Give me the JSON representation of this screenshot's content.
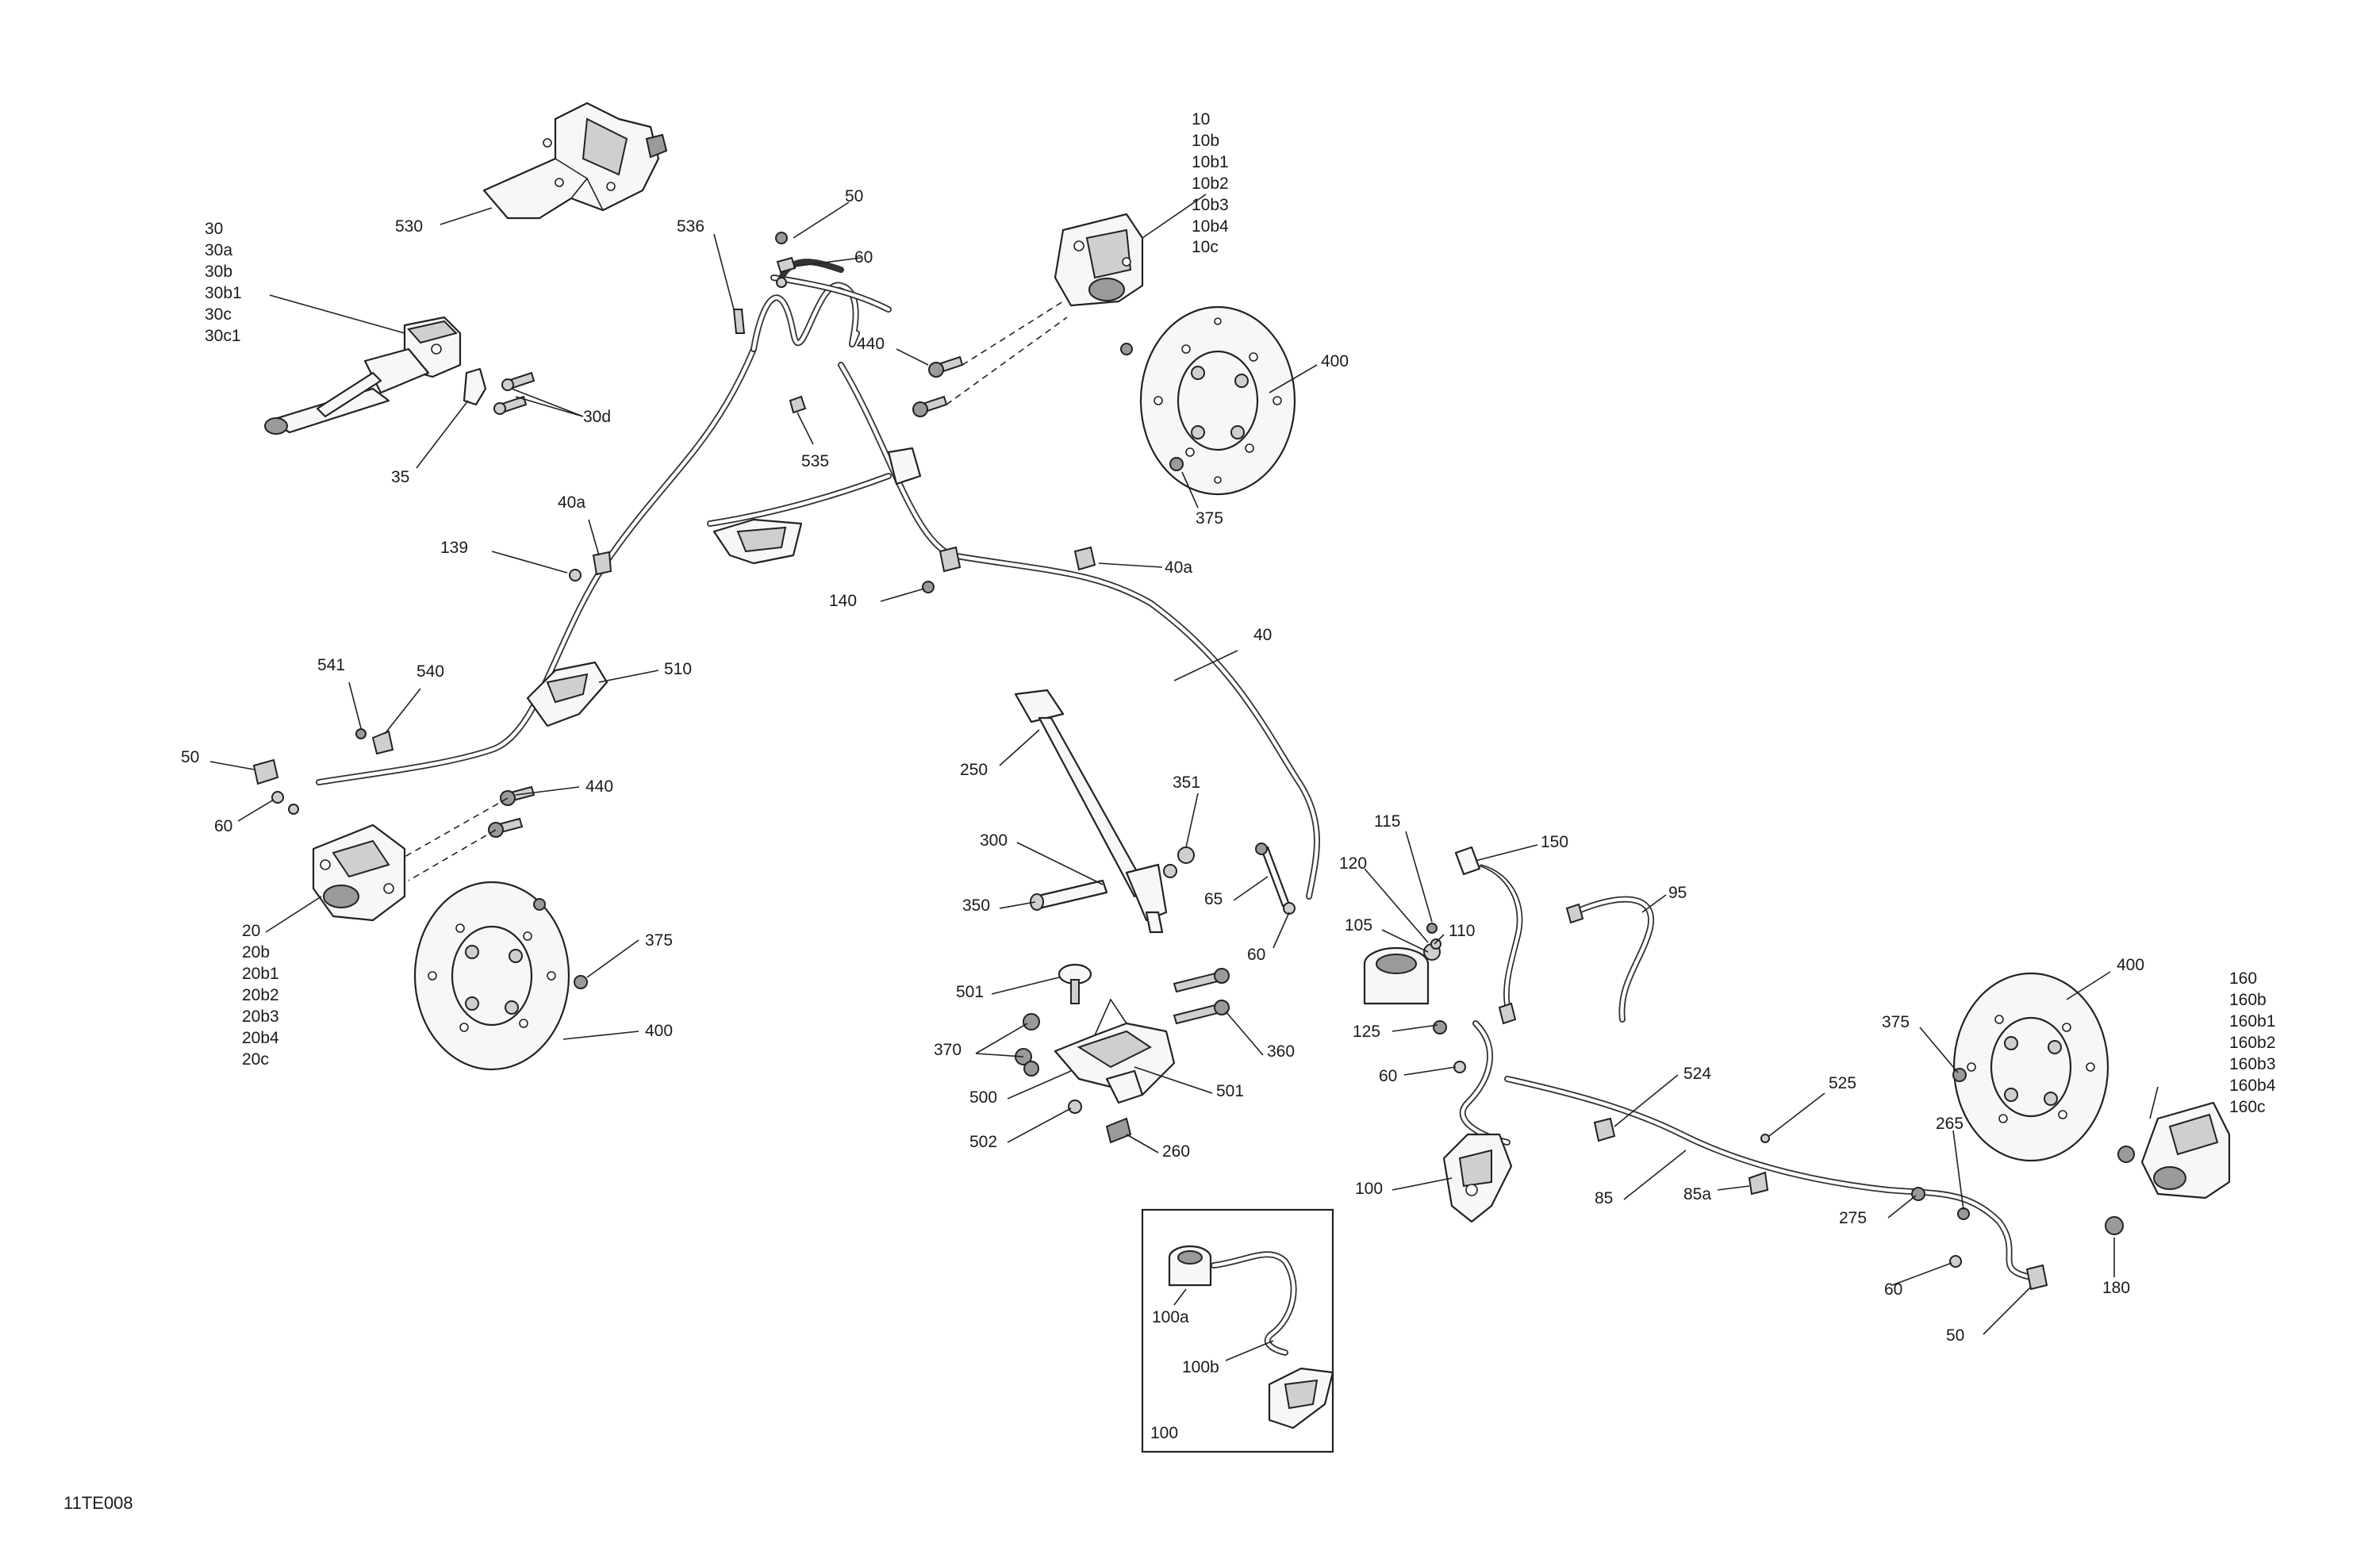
{
  "diagram_code": "11TE008",
  "callouts": {
    "c10": "10",
    "c10b": "10b",
    "c10b1": "10b1",
    "c10b2": "10b2",
    "c10b3": "10b3",
    "c10b4": "10b4",
    "c10c": "10c",
    "c30": "30",
    "c30a": "30a",
    "c30b": "30b",
    "c30b1": "30b1",
    "c30c": "30c",
    "c30c1": "30c1",
    "c30d": "30d",
    "c35": "35",
    "c530": "530",
    "c536": "536",
    "c50a": "50",
    "c60a": "60",
    "c440a": "440",
    "c400a": "400",
    "c375a": "375",
    "c535": "535",
    "c40a1": "40a",
    "c139": "139",
    "c140": "140",
    "c40a2": "40a",
    "c40": "40",
    "c541": "541",
    "c540": "540",
    "c510": "510",
    "c50b": "50",
    "c60b": "60",
    "c440b": "440",
    "c20": "20",
    "c20b": "20b",
    "c20b1": "20b1",
    "c20b2": "20b2",
    "c20b3": "20b3",
    "c20b4": "20b4",
    "c20c": "20c",
    "c375b": "375",
    "c400b": "400",
    "c250": "250",
    "c351": "351",
    "c300": "300",
    "c350": "350",
    "c65": "65",
    "c60c": "60",
    "c115": "115",
    "c120": "120",
    "c105": "105",
    "c110": "110",
    "c150": "150",
    "c95": "95",
    "c501a": "501",
    "c370": "370",
    "c500": "500",
    "c501b": "501",
    "c360": "360",
    "c502": "502",
    "c260": "260",
    "c125": "125",
    "c60d": "60",
    "c100": "100",
    "c524": "524",
    "c525": "525",
    "c85": "85",
    "c85a": "85a",
    "c400c": "400",
    "c375c": "375",
    "c265": "265",
    "c275": "275",
    "c160": "160",
    "c160b": "160b",
    "c160b1": "160b1",
    "c160b2": "160b2",
    "c160b3": "160b3",
    "c160b4": "160b4",
    "c160c": "160c",
    "c180": "180",
    "c60e": "60",
    "c50c": "50",
    "c100a": "100a",
    "c100b": "100b",
    "c100inset": "100"
  }
}
